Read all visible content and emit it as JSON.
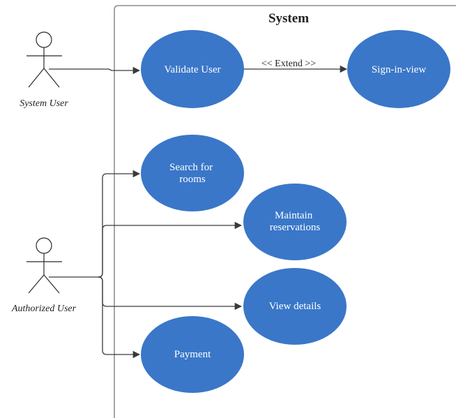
{
  "system": {
    "title": "System"
  },
  "actors": {
    "system_user": {
      "label": "System User"
    },
    "authorized_user": {
      "label": "Authorized User"
    }
  },
  "use_cases": {
    "validate_user": {
      "lines": [
        "Validate User"
      ]
    },
    "sign_in_view": {
      "lines": [
        "Sign-in-view"
      ]
    },
    "search_rooms": {
      "lines": [
        "Search for",
        "rooms"
      ]
    },
    "maintain_reservations": {
      "lines": [
        "Maintain",
        "reservations"
      ]
    },
    "view_details": {
      "lines": [
        "View details"
      ]
    },
    "payment": {
      "lines": [
        "Payment"
      ]
    }
  },
  "relations": {
    "extend": {
      "label": "<< Extend >>"
    }
  },
  "colors": {
    "use_case_fill": "#3a77c8",
    "line": "#3a3a3a",
    "boundary": "#777777"
  }
}
